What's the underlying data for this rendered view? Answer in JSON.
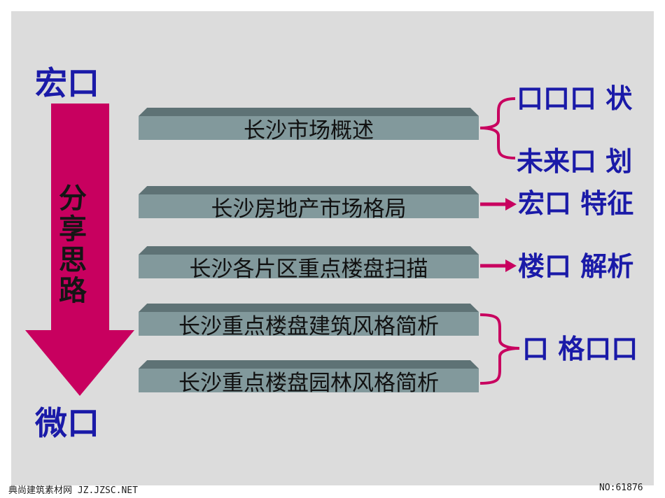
{
  "left": {
    "top_label": "宏口",
    "bottom_label": "微口",
    "arrow_text": [
      "分",
      "享",
      "思",
      "路"
    ],
    "arrow_color": "#c8005f"
  },
  "bars": [
    "长沙市场概述",
    "长沙房地产市场格局",
    "长沙各片区重点楼盘扫描",
    "长沙重点楼盘建筑风格简析",
    "长沙重点楼盘园林风格简析"
  ],
  "right_labels": [
    "口口口 状",
    "未来口 划",
    "宏口 特征",
    "楼口 解析",
    "口 格口口"
  ],
  "colors": {
    "background": "#dcdcdc",
    "bar": "#82999c",
    "bar_top": "#5e7275",
    "label": "#1a1aa8",
    "brace": "#c8005f"
  },
  "footer": {
    "left": "典尚建筑素材网 JZ.JZSC.NET",
    "right": "NO:61876"
  }
}
